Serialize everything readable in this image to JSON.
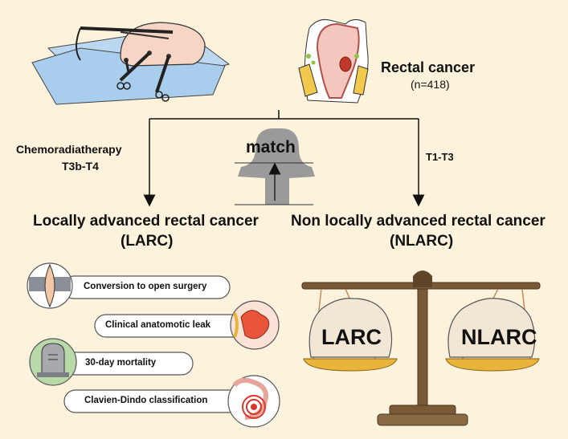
{
  "top": {
    "title": "Rectal cancer",
    "sample": "(n=418)"
  },
  "left_branch": {
    "treatment": "Chemoradiatherapy",
    "stage": "T3b-T4",
    "label_line1": "Locally advanced rectal cancer",
    "label_line2": "(LARC)"
  },
  "center": {
    "label": "match"
  },
  "right_branch": {
    "stage": "T1-T3",
    "label_line1": "Non locally advanced rectal cancer",
    "label_line2": "(NLARC)"
  },
  "outcomes": [
    {
      "label": "Conversion to open surgery",
      "icon": "open-surgery-icon"
    },
    {
      "label": "Clinical anatomotic leak",
      "icon": "anastomotic-leak-icon"
    },
    {
      "label": "30-day mortality",
      "icon": "tombstone-icon"
    },
    {
      "label": "Clavien-Dindo classification",
      "icon": "colon-target-icon"
    }
  ],
  "balance": {
    "left_bag": "LARC",
    "right_bag": "NLARC"
  },
  "colors": {
    "background": "#fdf3dc",
    "pan_gold": "#e8b43a",
    "scale_brown": "#7a5a36",
    "bag_fill": "#f2e6d4",
    "arrow_black": "#111111"
  }
}
